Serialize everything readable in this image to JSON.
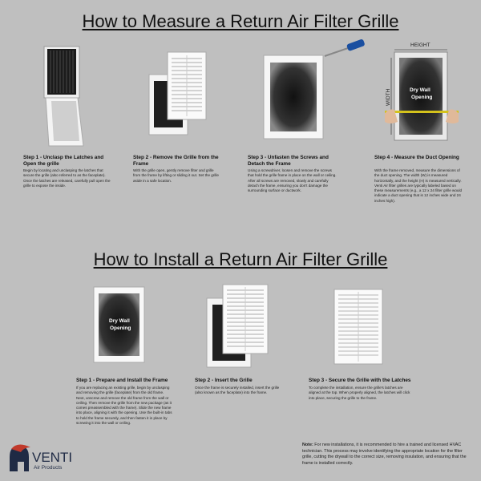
{
  "headings": {
    "measure": "How to Measure a Return Air Filter Grille",
    "install": "How to Install a Return Air Filter Grille"
  },
  "measure_steps": [
    {
      "title": "Step 1 - Unclasp the Latches and Open the grille",
      "body": "Begin by locating and unclasping the latches that secure the grille (also referred to as the faceplate). Once the latches are released, carefully pull open the grille to expose the inside."
    },
    {
      "title": "Step 2 - Remove the Grille from the Frame",
      "body": "With the grille open, gently remove filter and grille from the frame by lifting or sliding it out. Set the grille aside in a safe location."
    },
    {
      "title": "Step 3 - Unfasten the Screws and Detach the Frame",
      "body": "Using a screwdriver, loosen and remove the screws that hold the grille frame in place on the wall or ceiling. After all screws are removed, slowly and carefully detach the frame, ensuring you don't damage the surrounding surface or ductwork."
    },
    {
      "title": "Step 4 - Measure the Duct Opening",
      "body": "With the frame removed, measure the dimensions of the duct opening. The width (W) is measured horizontally, and the height (H) is measured vertically. Venti Air filter grilles are typically labeled based on these measurements (e.g., a 12 x 24 filter grille would indicate a duct opening that is 12 inches wide and 24 inches high)."
    }
  ],
  "install_steps": [
    {
      "title": "Step 1 - Prepare and Install the Frame",
      "body": "If you are replacing an existing grille, begin by unclasping and removing the grille (faceplate) from the old frame. Next, unscrew and remove the old frame from the wall or ceiling. Then remove the grille from the new package (as it comes preassembled with the frame). Slide the new frame into place, aligning it with the opening. Use the built-in tabs to hold the frame securely, and then fasten it in place by screwing it into the wall or ceiling."
    },
    {
      "title": "Step 2 - Insert the Grille",
      "body": "Once the frame is securely installed, insert the grille (also known as the faceplate) into the frame."
    },
    {
      "title": "Step 3 - Secure the Grille with the Latches",
      "body": "To complete the installation, ensure the grille's latches are aligned at the top. When properly aligned, the latches will click into place, securing the grille to the frame."
    }
  ],
  "image_labels": {
    "height": "HEIGHT",
    "width": "WIDTH",
    "dry_wall_line1": "Dry Wall",
    "dry_wall_line2": "Opening"
  },
  "note": {
    "label": "Note:",
    "text": "For new installations, it is recommended to hire a trained and licensed HVAC technician. This process may involve identifying the appropriate location for the filter grille, cutting the drywall to the correct size, removing insulation, and ensuring that the frame is installed correctly."
  },
  "logo": {
    "brand": "VENTI",
    "sub": "Air Products",
    "accent": "#c0392b"
  }
}
